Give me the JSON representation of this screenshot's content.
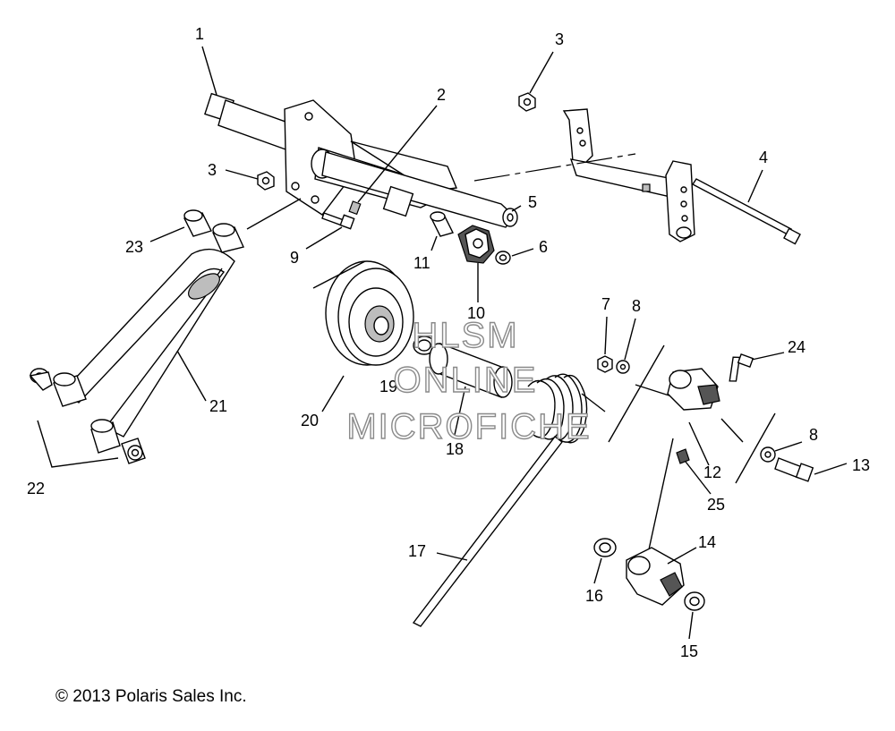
{
  "callouts": {
    "p1": "1",
    "p2": "2",
    "p3a": "3",
    "p3b": "3",
    "p4": "4",
    "p5": "5",
    "p6": "6",
    "p7": "7",
    "p8a": "8",
    "p8b": "8",
    "p9": "9",
    "p10": "10",
    "p11": "11",
    "p12": "12",
    "p13": "13",
    "p14": "14",
    "p15": "15",
    "p16": "16",
    "p17": "17",
    "p18": "18",
    "p19": "19",
    "p20": "20",
    "p21": "21",
    "p22": "22",
    "p23": "23",
    "p24": "24",
    "p25": "25"
  },
  "watermark": {
    "line1": "HLSM",
    "line2": "ONLINE",
    "line3": "MICROFICHE"
  },
  "copyright": "© 2013 Polaris Sales Inc."
}
